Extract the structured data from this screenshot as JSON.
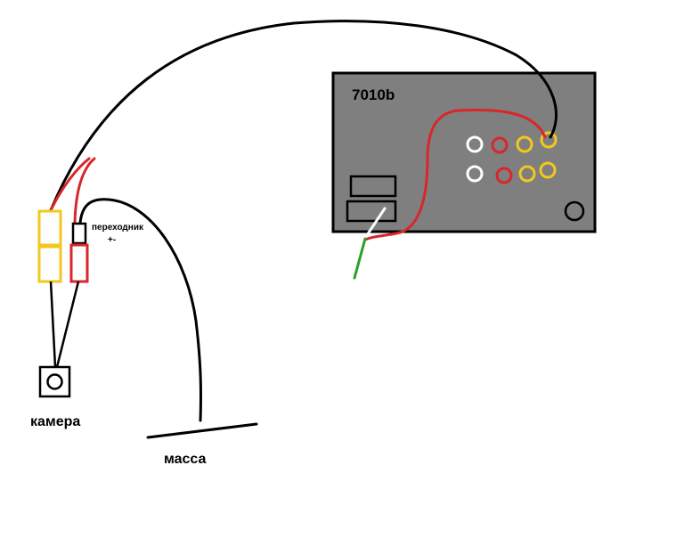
{
  "labels": {
    "device": "7010b",
    "adapter": "переходник",
    "polarity": "+-",
    "camera": "камера",
    "ground": "масса"
  },
  "colors": {
    "background": "#ffffff",
    "panel": "#7f7f7f",
    "outline": "#000000",
    "yellow": "#f2c81e",
    "red": "#d9262b",
    "white": "#ffffff",
    "green": "#2aa02a"
  }
}
